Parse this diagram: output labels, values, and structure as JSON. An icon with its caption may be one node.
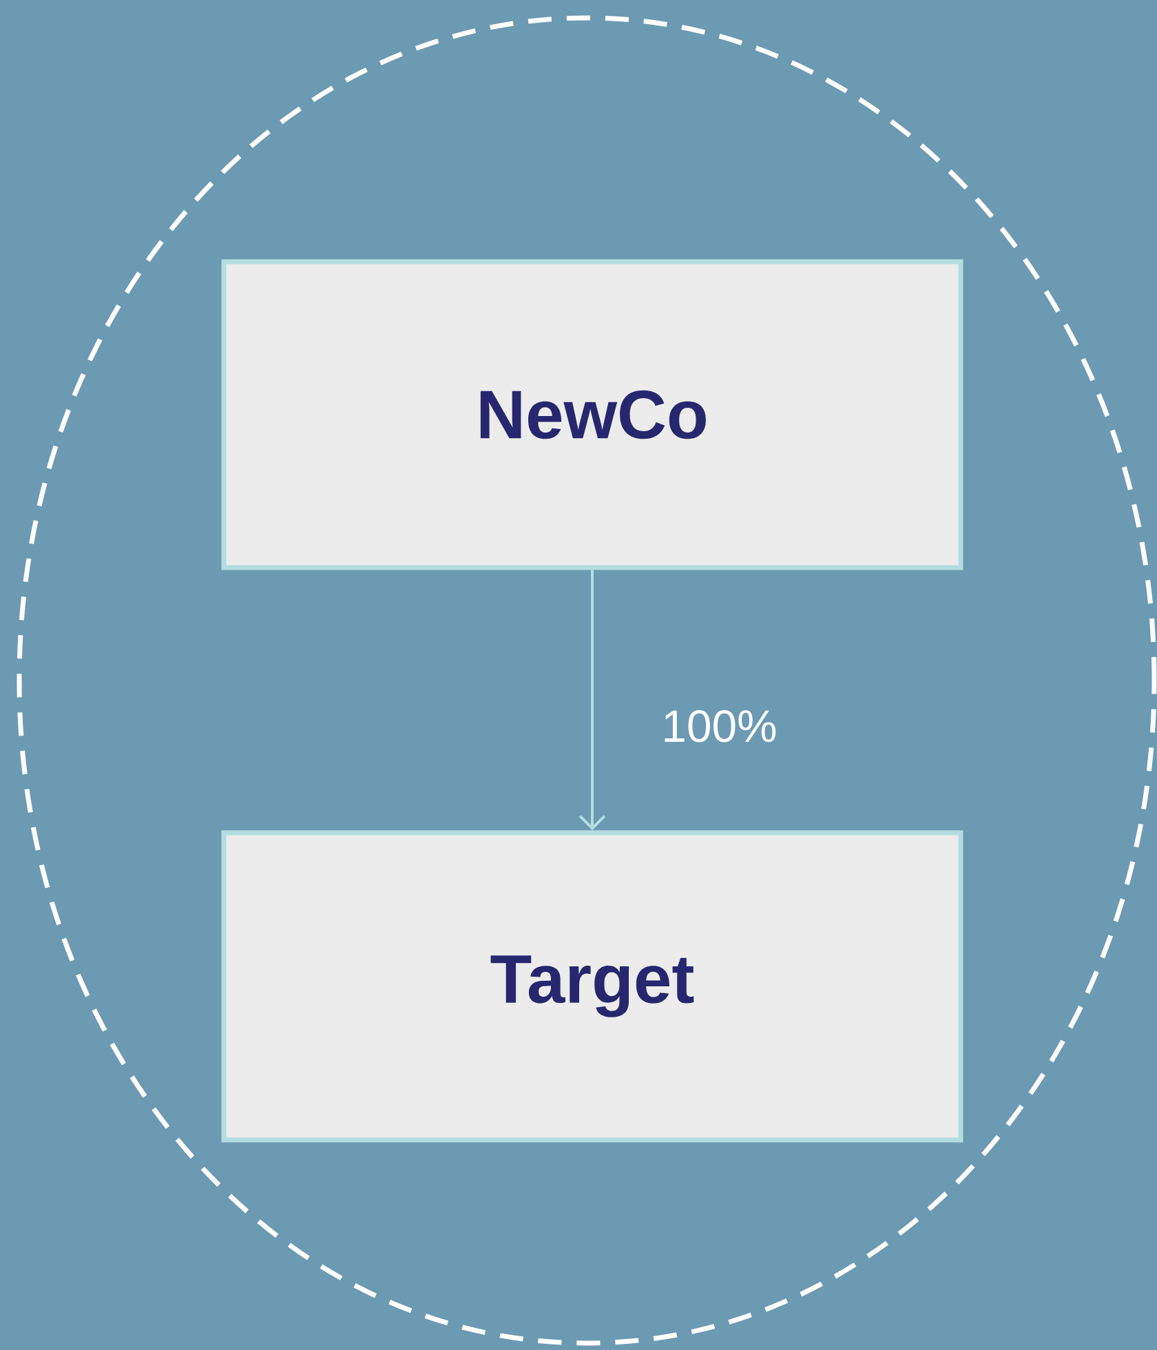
{
  "diagram": {
    "nodes": [
      {
        "text": [],
        "shape": "ellipse"
      },
      {
        "text": [
          "NewCo"
        ],
        "in": 0
      },
      {
        "text": [
          "Target"
        ],
        "in": 0
      }
    ],
    "edges": [
      {
        "from": 1,
        "to": 2,
        "arrow": "to",
        "label": "100%"
      }
    ]
  }
}
